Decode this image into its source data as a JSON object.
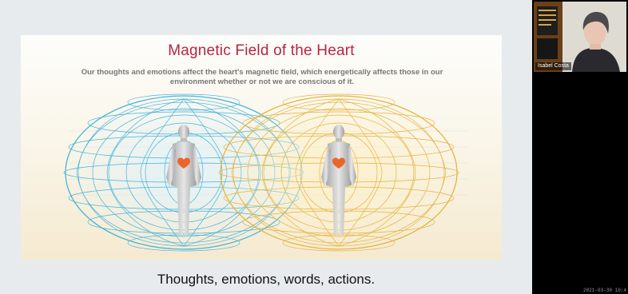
{
  "slide": {
    "title": "Magnetic Field of the Heart",
    "subtitle": "Our thoughts and emotions affect the heart's magnetic field, which energetically affects those in our environment whether or not we are conscious of it.",
    "caption": "Thoughts, emotions, words, actions."
  },
  "colors": {
    "title": "#b8253f",
    "field_left": "#45b4dc",
    "field_right": "#e6b43c",
    "heart": "#e8662a"
  },
  "participant": {
    "name": "Isabel Costa",
    "timestamp": "2021-03-30 10:4"
  }
}
